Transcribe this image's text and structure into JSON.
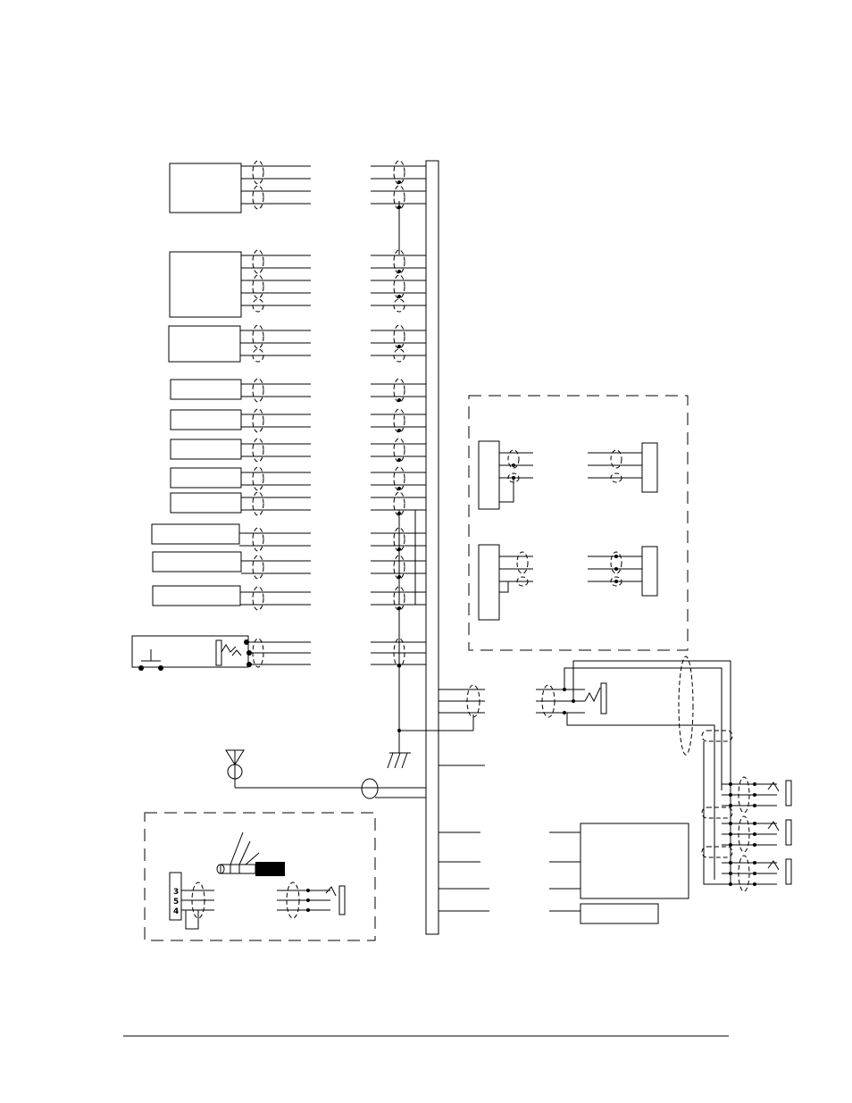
{
  "diagram": {
    "kind": "wiring-schematic",
    "line_color": "#000000",
    "background": "#ffffff",
    "pin_labels": [
      "3",
      "5",
      "4"
    ],
    "left_module_count": 14,
    "icons": [
      "antenna-icon",
      "ground-icon",
      "headset-plug-icon",
      "ferrite-icon"
    ]
  }
}
